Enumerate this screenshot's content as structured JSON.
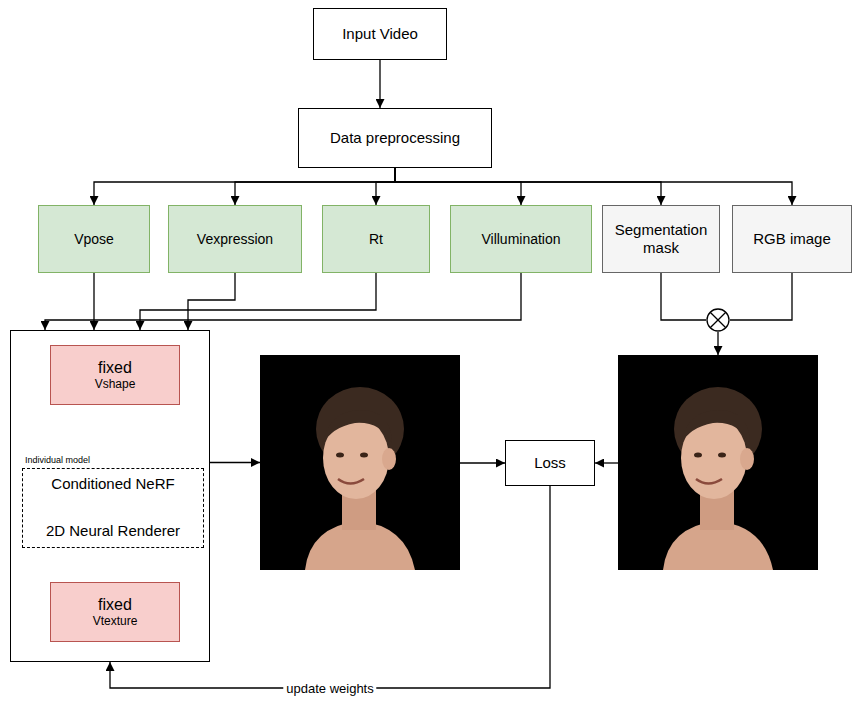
{
  "diagram": {
    "nodes": [
      {
        "text": [
          "Input Video"
        ]
      },
      {
        "text": [
          "Data preprocessing"
        ]
      },
      {
        "text": [
          "Vpose"
        ]
      },
      {
        "text": [
          "Vexpression"
        ]
      },
      {
        "text": [
          "Rt"
        ]
      },
      {
        "text": [
          "Villumination"
        ]
      },
      {
        "text": [
          "Segmentation mask"
        ]
      },
      {
        "text": [
          "RGB image"
        ]
      },
      {
        "text": []
      },
      {
        "text": [
          "fixed",
          "Vshape"
        ],
        "in": 8
      },
      {
        "text": [
          "Individual model"
        ],
        "in": 8
      },
      {
        "text": [
          "Conditioned NeRF"
        ],
        "in": 10
      },
      {
        "text": [
          "2D Neural Renderer"
        ],
        "in": 10
      },
      {
        "text": [
          "fixed",
          "Vtexture"
        ],
        "in": 8
      },
      {
        "text": []
      },
      {
        "text": [
          "Loss"
        ]
      },
      {
        "text": []
      },
      {
        "text": []
      }
    ],
    "edges": [
      {
        "from": 0,
        "to": 1,
        "arrow": "to"
      },
      {
        "from": 1,
        "to": 2,
        "arrow": "to"
      },
      {
        "from": 1,
        "to": 3,
        "arrow": "to"
      },
      {
        "from": 1,
        "to": 4,
        "arrow": "to"
      },
      {
        "from": 1,
        "to": 5,
        "arrow": "to"
      },
      {
        "from": 1,
        "to": 6,
        "arrow": "to"
      },
      {
        "from": 1,
        "to": 7,
        "arrow": "to"
      },
      {
        "from": 2,
        "to": 8,
        "arrow": "to"
      },
      {
        "from": 3,
        "to": 8,
        "arrow": "to"
      },
      {
        "from": 4,
        "to": 8,
        "arrow": "to"
      },
      {
        "from": 5,
        "to": 8,
        "arrow": "to"
      },
      {
        "from": 6,
        "to": 17,
        "arrow": "none"
      },
      {
        "from": 7,
        "to": 17,
        "arrow": "none"
      },
      {
        "from": 17,
        "to": 16,
        "arrow": "to"
      },
      {
        "from": 8,
        "to": 14,
        "arrow": "to"
      },
      {
        "from": 14,
        "to": 15,
        "arrow": "to"
      },
      {
        "from": 16,
        "to": 15,
        "arrow": "to"
      },
      {
        "from": 15,
        "to": 8,
        "label": "update weights",
        "arrow": "to"
      },
      {
        "from": 11,
        "to": 12,
        "arrow": "to"
      }
    ]
  }
}
